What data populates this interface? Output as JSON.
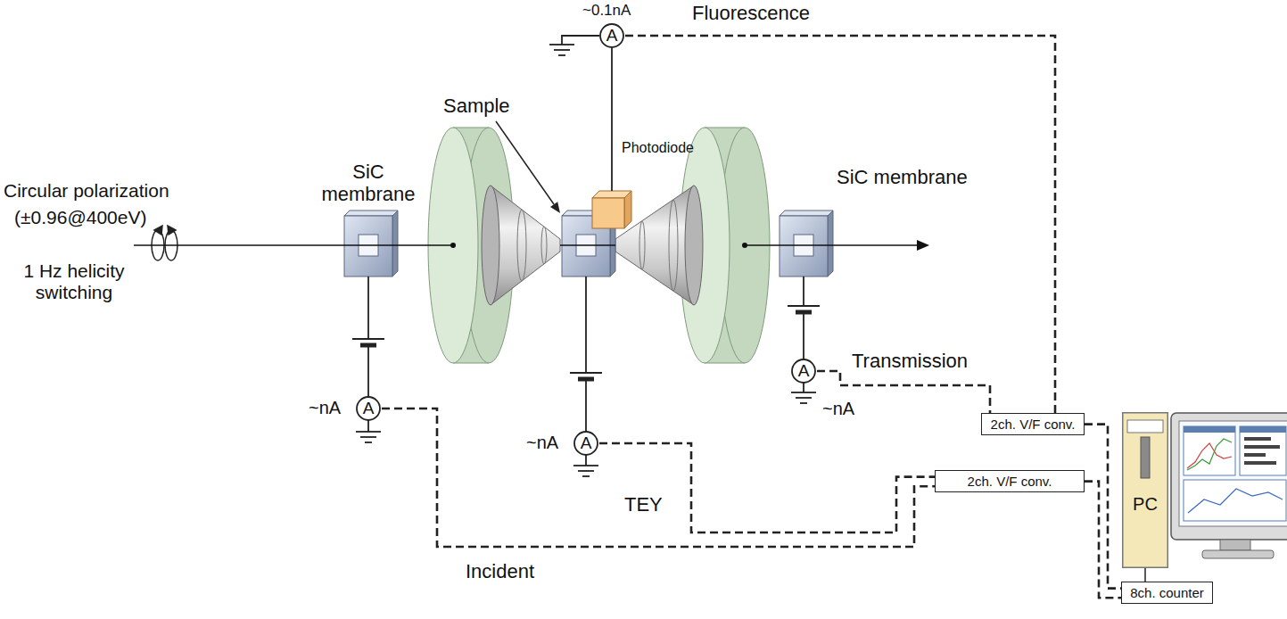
{
  "diagram": {
    "nodes": [
      {
        "text": [
          "A"
        ]
      },
      {
        "text": [
          "A"
        ]
      },
      {
        "text": [
          "A"
        ]
      },
      {
        "text": [
          "A"
        ]
      },
      {
        "text": [
          "2ch. V/F conv."
        ]
      },
      {
        "text": [
          "2ch. V/F conv."
        ]
      },
      {
        "text": [
          "PC"
        ]
      },
      {
        "text": [
          "8ch. counter"
        ]
      }
    ],
    "edges": [
      {
        "from": 0,
        "to": 4,
        "arrow": "none"
      },
      {
        "from": 3,
        "to": 4,
        "arrow": "none"
      },
      {
        "from": 1,
        "to": 5,
        "arrow": "none"
      },
      {
        "from": 2,
        "to": 5,
        "arrow": "none"
      },
      {
        "from": 4,
        "to": 7,
        "arrow": "none"
      },
      {
        "from": 5,
        "to": 7,
        "arrow": "none"
      },
      {
        "from": 6,
        "to": 7,
        "arrow": "none"
      }
    ],
    "labels": [
      "~0.1nA",
      "Fluorescence",
      "Sample",
      "Photodiode",
      "Circular polarization",
      "(±0.96@400eV)",
      "1 Hz helicity switching",
      "SiC membrane",
      "SiC membrane",
      "~nA",
      "~nA",
      "Transmission",
      "~nA",
      "TEY",
      "Incident"
    ]
  }
}
